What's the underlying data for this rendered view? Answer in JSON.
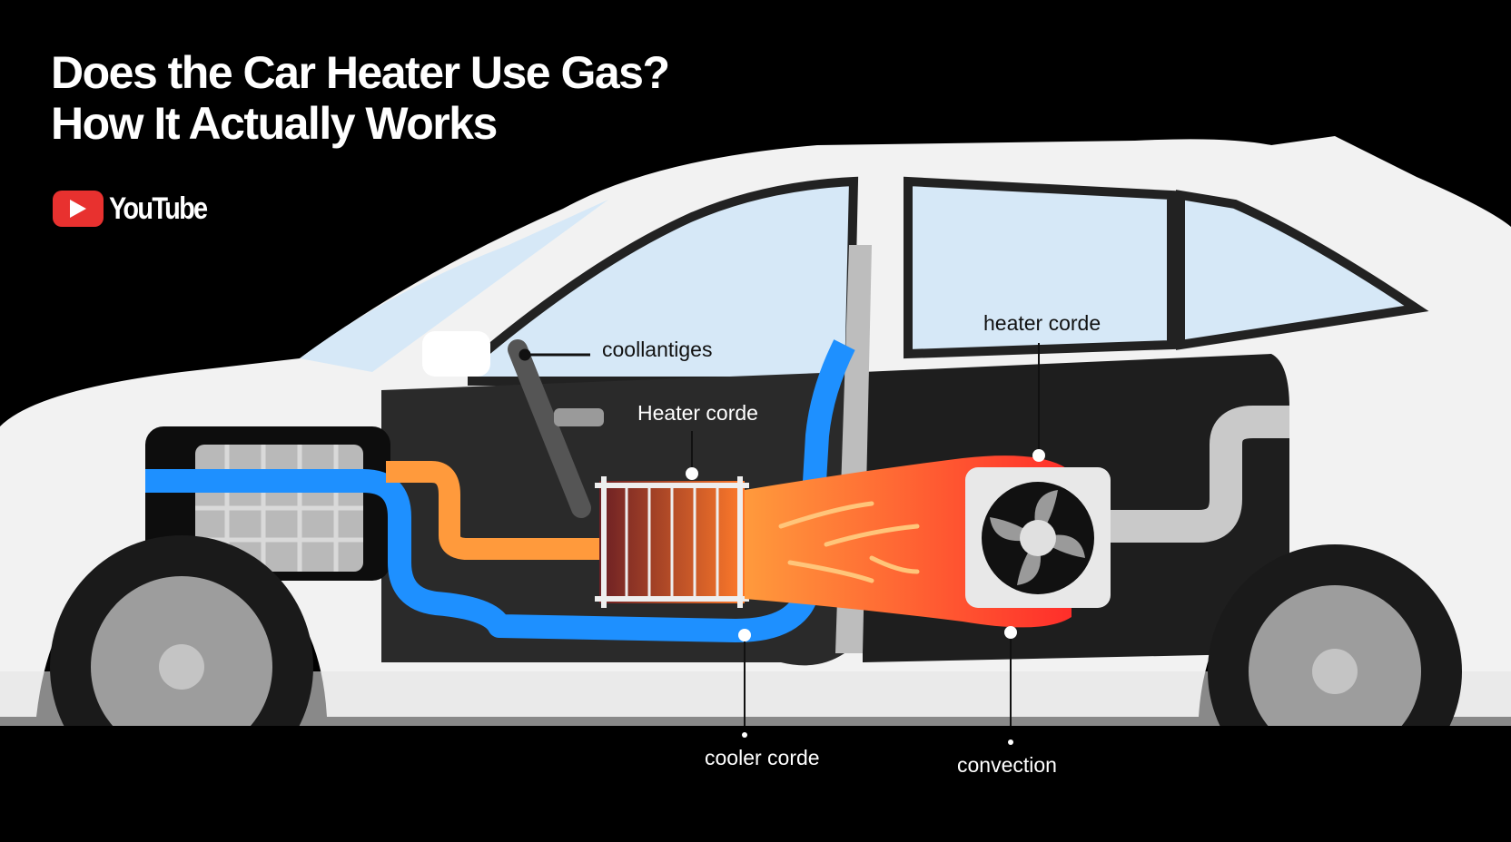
{
  "header": {
    "title_line1": "Does the Car Heater Use Gas?",
    "title_line2": "How It Actually Works",
    "brand_label": "YouTube",
    "brand_icon": "youtube-play-icon"
  },
  "labels": {
    "coolant": "coollantiges",
    "heater_core_front": "Heater corde",
    "heater_core_rear": "heater corde",
    "cooler_core": "cooler corde",
    "convection": "convection"
  },
  "colors": {
    "background": "#000000",
    "car_body": "#f2f2f2",
    "glass": "#d6e8f7",
    "coolant_pipe": "#1e90ff",
    "hot_pipe": "#ff9a3c",
    "heat_flow": "#ff3b2f",
    "brand_red": "#e8312f"
  },
  "icons": [
    "youtube-play-icon",
    "fan-icon",
    "engine-icon",
    "radiator-icon",
    "wheel-icon"
  ]
}
